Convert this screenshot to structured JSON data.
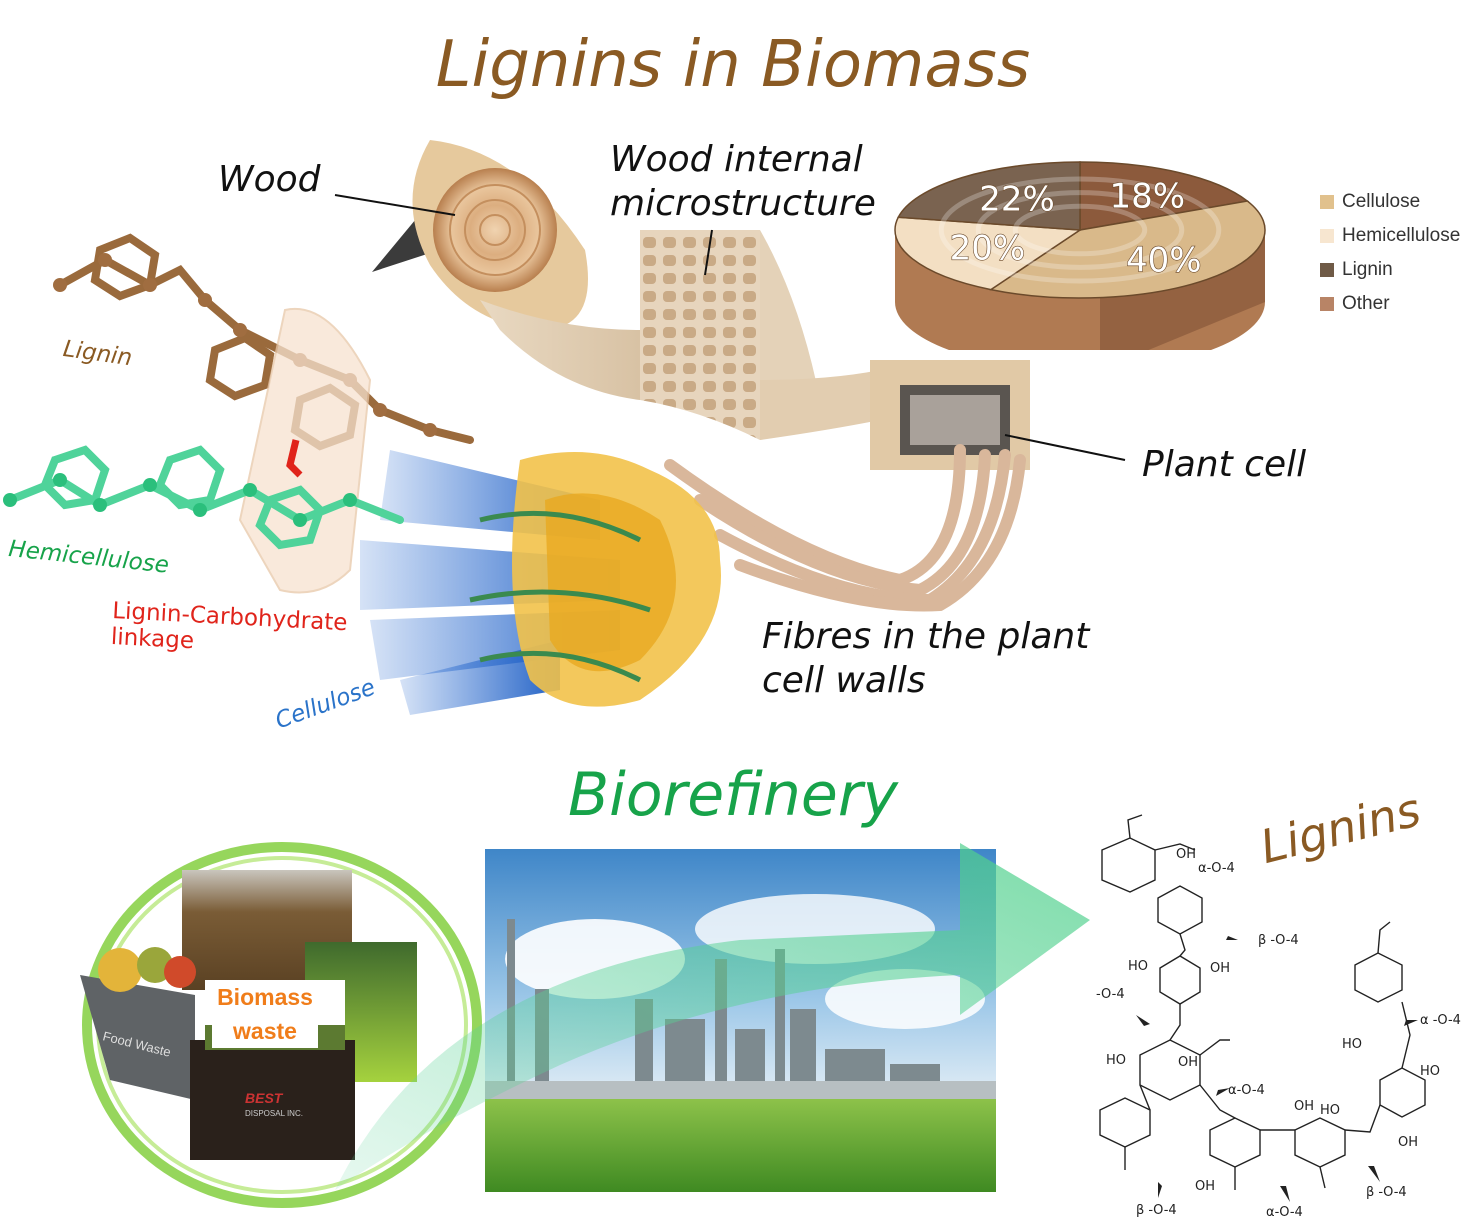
{
  "titles": {
    "main": "Lignins in Biomass",
    "biorefinery": "Biorefinery",
    "lignins": "Lignins"
  },
  "callouts": {
    "wood": "Wood",
    "wood_micro": "Wood internal\nmicrostructure",
    "plant_cell": "Plant cell",
    "fibres": "Fibres in the plant\ncell walls"
  },
  "molecules": {
    "lignin": "Lignin",
    "hemicellulose": "Hemicellulose",
    "linkage": "Lignin-Carbohydrate\nlinkage",
    "cellulose": "Cellulose"
  },
  "composition": {
    "slices": [
      {
        "label": "18%",
        "value": 18,
        "color": "#8c5a3c"
      },
      {
        "label": "40%",
        "value": 40,
        "color": "#d9b98a"
      },
      {
        "label": "20%",
        "value": 20,
        "color": "#f3dfc3"
      },
      {
        "label": "22%",
        "value": 22,
        "color": "#7a6350"
      }
    ],
    "legend": [
      {
        "name": "Cellulose",
        "color": "#e1c18d"
      },
      {
        "name": "Hemicellulose",
        "color": "#f7e6d0"
      },
      {
        "name": "Lignin",
        "color": "#6f5a46"
      },
      {
        "name": "Other",
        "color": "#b88466"
      }
    ]
  },
  "waste": {
    "label": "Biomass\nwaste",
    "bin_text": "Food Waste",
    "dumpster_brand": "BEST",
    "dumpster_sub": "DISPOSAL INC."
  },
  "structure": {
    "linkages": [
      "α-O-4",
      "β -O-4",
      "-O-4",
      "α-O-4",
      "α -O-4",
      "β -O-4",
      "β -O-4",
      "α-O-4"
    ],
    "groups": [
      "OH",
      "HO",
      "OH",
      "HO",
      "OH",
      "HO",
      "OH",
      "HO",
      "OH",
      "HO",
      "OH"
    ]
  },
  "colors": {
    "title": "#8a5a23",
    "biorefinery": "#17a34a",
    "lignin": "#8a5a23",
    "hemicellulose": "#17a34a",
    "linkage": "#e0241b",
    "cellulose": "#2a73c9",
    "waste_label": "#f07d1a"
  }
}
